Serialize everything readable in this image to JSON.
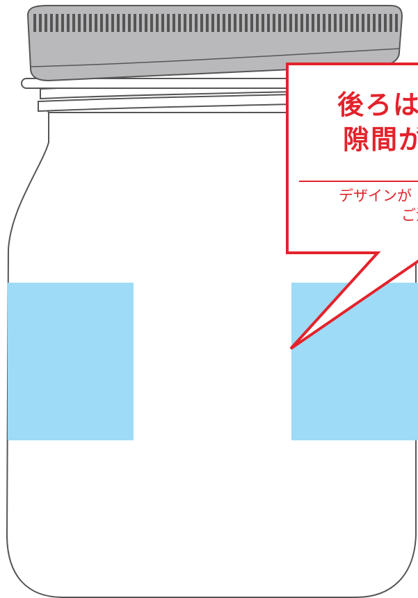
{
  "colors": {
    "accent_red": "#e4222b",
    "label_blue": "#9ddbf6",
    "lid_gray": "#b9b9bb",
    "outline_gray": "#555555"
  },
  "callout": {
    "title_line1": "後ろは",
    "title_line2": "隙間が",
    "note_line1": "デザインが",
    "note_line2": "ご注"
  }
}
